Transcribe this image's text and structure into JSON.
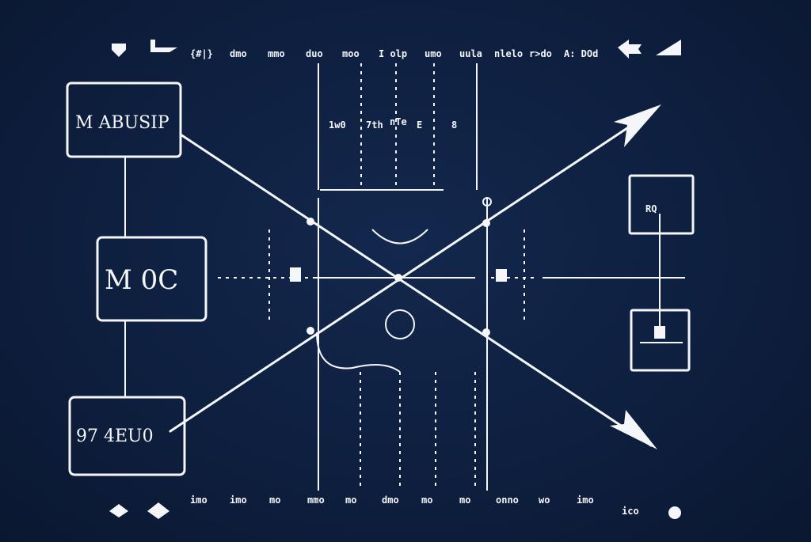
{
  "top_labels": [
    "{#|}",
    "dmo",
    "mmo",
    "duo",
    "moo",
    "I olp",
    "umo",
    "uula",
    "nlelo",
    "r>do",
    "A: DOd"
  ],
  "bottom_labels": [
    "imo",
    "imo",
    "mo",
    "mmo",
    "mo",
    "dmo",
    "mo",
    "mo",
    "onno",
    "wo",
    "imo",
    "ico"
  ],
  "center_labels": [
    "1w0",
    "7th",
    "nTe",
    "E",
    "8"
  ],
  "boxes": {
    "top_left": "M ABUSIP",
    "middle_left": "M 0C",
    "bottom_left": "97 4EU0",
    "right_top": "RQ",
    "right_bottom": ""
  },
  "colors": {
    "background": "#0e1f3f",
    "line": "#f4f6fa"
  }
}
